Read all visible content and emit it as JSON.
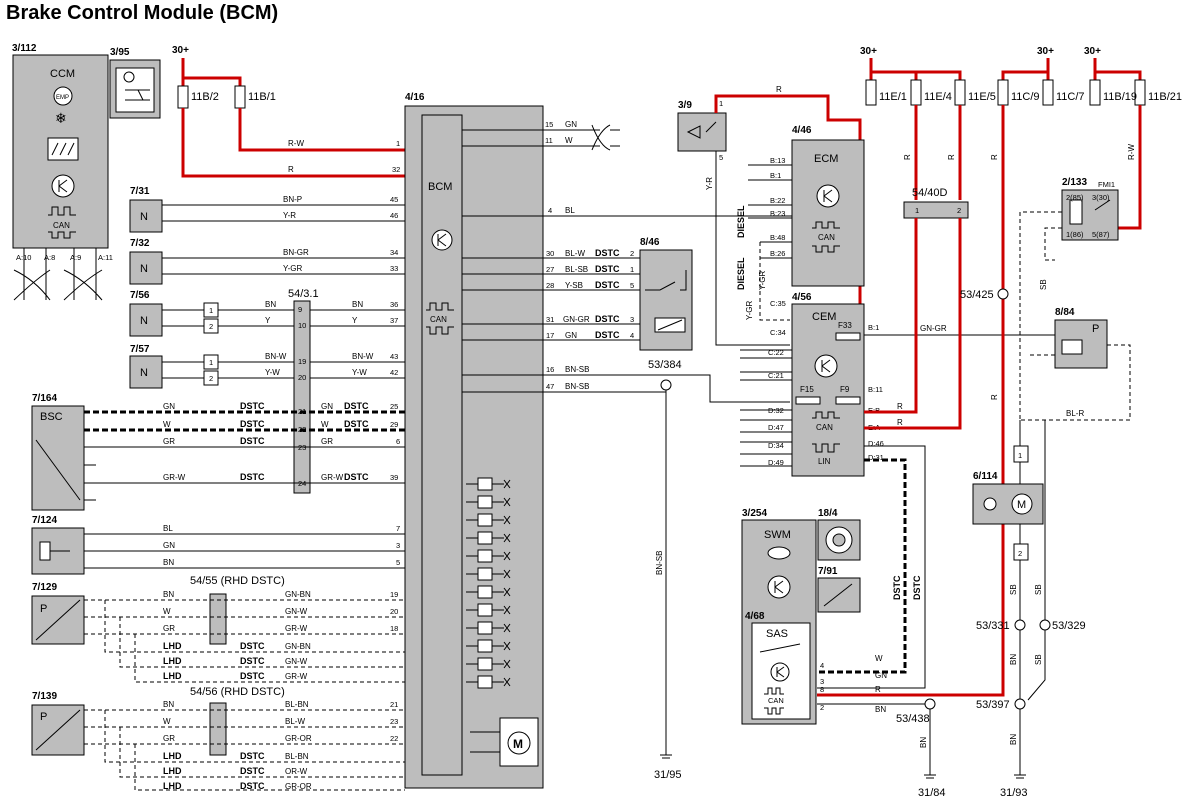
{
  "title": "Brake Control Module (BCM)",
  "components": [
    {
      "id": "c3112",
      "ref": "3/112",
      "label": "CCM"
    },
    {
      "id": "c395",
      "ref": "3/95",
      "label": ""
    },
    {
      "id": "c416",
      "ref": "4/16",
      "label": "BCM"
    },
    {
      "id": "c731",
      "ref": "7/31",
      "label": "N"
    },
    {
      "id": "c732",
      "ref": "7/32",
      "label": "N"
    },
    {
      "id": "c756",
      "ref": "7/56",
      "label": "N"
    },
    {
      "id": "c757",
      "ref": "7/57",
      "label": "N"
    },
    {
      "id": "c7164",
      "ref": "7/164",
      "label": "BSC"
    },
    {
      "id": "c7124",
      "ref": "7/124",
      "label": ""
    },
    {
      "id": "c7129",
      "ref": "7/129",
      "label": "P"
    },
    {
      "id": "c7139",
      "ref": "7/139",
      "label": "P"
    },
    {
      "id": "c39",
      "ref": "3/9",
      "label": ""
    },
    {
      "id": "c446",
      "ref": "4/46",
      "label": "ECM"
    },
    {
      "id": "c456",
      "ref": "4/56",
      "label": "CEM"
    },
    {
      "id": "c846",
      "ref": "8/46",
      "label": ""
    },
    {
      "id": "c2133",
      "ref": "2/133",
      "label": "FMI1"
    },
    {
      "id": "c884",
      "ref": "8/84",
      "label": "P"
    },
    {
      "id": "c6114",
      "ref": "6/114",
      "label": ""
    },
    {
      "id": "c3254",
      "ref": "3/254",
      "label": "SWM"
    },
    {
      "id": "c184",
      "ref": "18/4",
      "label": ""
    },
    {
      "id": "c791",
      "ref": "7/91",
      "label": ""
    },
    {
      "id": "c468",
      "ref": "4/68",
      "label": "SAS"
    }
  ],
  "fuses": [
    "11B/2",
    "11B/1",
    "11E/1",
    "11E/4",
    "11E/5",
    "11C/9",
    "11C/7",
    "11B/19",
    "11B/21",
    "F33",
    "F15",
    "F9"
  ],
  "supply_labels": [
    "30+",
    "30+",
    "30+",
    "30+"
  ],
  "connectors": [
    "54/3.1",
    "54/40D",
    "54/55 (RHD DSTC)",
    "54/56 (RHD DSTC)"
  ],
  "splices": [
    "53/384",
    "53/425",
    "53/331",
    "53/329",
    "53/397",
    "53/438"
  ],
  "grounds": [
    "31/95",
    "31/84",
    "31/93"
  ],
  "texts": {
    "can": "CAN",
    "lin": "LIN",
    "dstc": "DSTC",
    "lhd": "LHD",
    "diesel": "DIESEL",
    "ccm_pins": [
      "A:10",
      "A:8",
      "A:9",
      "A:11"
    ],
    "cem_pins": [
      "C:35",
      "C:34",
      "C:22",
      "C:21",
      "D:32",
      "D:47",
      "D:34",
      "D:49"
    ],
    "ecm_pins": [
      "B:13",
      "B:1",
      "B:22",
      "B:23",
      "B:48",
      "B:26"
    ],
    "cem_right_pins": [
      "B:1",
      "B:11",
      "E:B",
      "E:A",
      "D:46",
      "D:31"
    ]
  },
  "wire_colors": {
    "supply": "#cc0000",
    "signal": "#000000",
    "box_fill": "#bdbdbd"
  }
}
